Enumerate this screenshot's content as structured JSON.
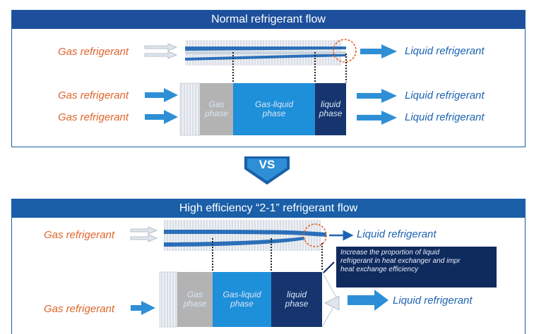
{
  "top_panel": {
    "title": "Normal refrigerant flow",
    "row1": {
      "gas_label": "Gas refrigerant",
      "liquid_label": "Liquid refrigerant"
    },
    "row2": {
      "gas_label": "Gas refrigerant",
      "liquid_label": "Liquid refrigerant"
    },
    "row3": {
      "gas_label": "Gas refrigerant",
      "liquid_label": "Liquid refrigerant"
    },
    "phases": {
      "gas_line1": "Gas",
      "gas_line2": "phase",
      "gasliquid_line1": "Gas-liquid",
      "gasliquid_line2": "phase",
      "liquid_line1": "liquid",
      "liquid_line2": "phase"
    }
  },
  "vs_label": "VS",
  "bottom_panel": {
    "title": "High efficiency “2-1” refrigerant flow",
    "row1": {
      "gas_label": "Gas refrigerant",
      "liquid_label": "Liquid refrigerant"
    },
    "row2": {
      "gas_label": "Gas refrigerant",
      "liquid_label": "Liquid refrigerant"
    },
    "phases": {
      "gas_line1": "Gas",
      "gas_line2": "phase",
      "gasliquid_line1": "Gas-liquid",
      "gasliquid_line2": "phase",
      "liquid_line1": "liquid",
      "liquid_line2": "phase"
    },
    "callout": {
      "line1": "Increase the proportion of liquid",
      "line2": "refrigerant in heat exchanger and impr",
      "line3": "heat exchange efficiency"
    }
  },
  "colors": {
    "panel_border": "#1a5fa8",
    "header_blue": "#1a5fa8",
    "arrow_blue": "#2e8fd6",
    "gas_phase": "#b3b3b3",
    "gasliquid_phase": "#1e8fd9",
    "liquid_phase": "#16356f",
    "gas_text": "#e0642a",
    "liquid_text": "#1d63b3",
    "highlight_circle": "#e0642a"
  }
}
